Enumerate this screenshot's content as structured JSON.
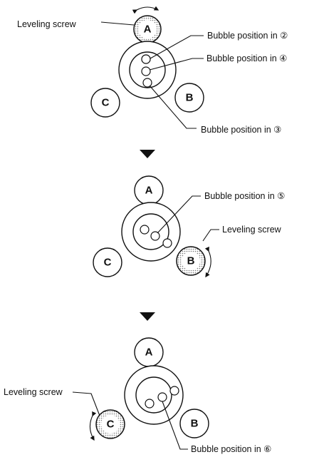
{
  "colors": {
    "ink": "#111111",
    "active_screw_fill": "#d9d9d9",
    "background": "#ffffff"
  },
  "screws": {
    "a": "A",
    "b": "B",
    "c": "C"
  },
  "labels": {
    "leveling_screw": "Leveling screw",
    "bubble_2": "Bubble position in ②",
    "bubble_4": "Bubble position in ④",
    "bubble_3": "Bubble position in ③",
    "bubble_5": "Bubble position in ⑤",
    "bubble_6": "Bubble position in ⑥"
  }
}
